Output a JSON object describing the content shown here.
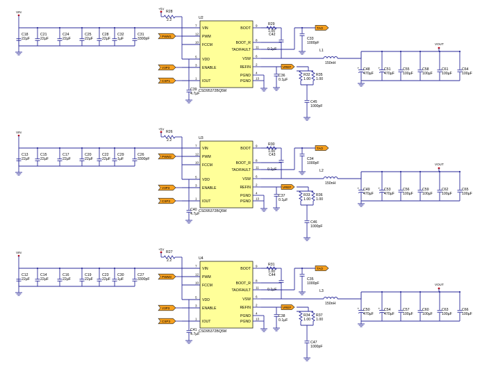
{
  "rails": {
    "vin": "VIN",
    "plus5": "+5V",
    "vout": "VOUT"
  },
  "pin_labels": [
    "VIN",
    "PWM",
    "FCCM",
    "VDD",
    "ENABLE",
    "IOUT",
    "BOOT",
    "BOOT_R",
    "TAO/FAULT",
    "VSW",
    "REFIN",
    "PGND",
    "PGND"
  ],
  "pin_numbers": [
    "7",
    "12",
    "10",
    "5",
    "3",
    "1",
    "9",
    "8",
    "11",
    "6",
    "2",
    "4",
    "13"
  ],
  "colors": {
    "wire": "#2a2a99",
    "ic_fill": "#ffff99",
    "tag_fill": "#f7a01e",
    "vout_mark": "#cc0000"
  },
  "stages": [
    {
      "part": "CSD95372BQ5M",
      "ic_ref": "U2",
      "rboot": {
        "ref": "R28",
        "val": "2.2"
      },
      "input_caps": [
        {
          "ref": "C18",
          "val": "22µF"
        },
        {
          "ref": "C21",
          "val": "22µF"
        },
        {
          "ref": "C24",
          "val": "22µF"
        },
        {
          "ref": "C25",
          "val": "22µF"
        },
        {
          "ref": "C28",
          "val": "22µF"
        },
        {
          "ref": "C32",
          "val": "1µF"
        },
        {
          "ref": "C31",
          "val": "3300pF"
        }
      ],
      "pwm": "PWM1",
      "enable": "V3P3",
      "iout": "CSP1",
      "vdd_cap": {
        "ref": "C39",
        "val": "4.7µF"
      },
      "boot_r": {
        "ref": "R29",
        "val": "1.00"
      },
      "boot_c": {
        "ref": "C42",
        "val": "0.1µF"
      },
      "tao": "TAO",
      "tao_cap": {
        "ref": "C33",
        "val": "1000pF"
      },
      "inductor": {
        "ref": "L1",
        "val": "150nH"
      },
      "vref": "VREF",
      "refin_cap": {
        "ref": "C36",
        "val": "0.1µF"
      },
      "r_left": {
        "ref": "R32",
        "val": "1.00"
      },
      "r_right": {
        "ref": "R35",
        "val": "1.00"
      },
      "low_cap": {
        "ref": "C45",
        "val": "1000pF"
      },
      "out_caps": [
        {
          "ref": "C48",
          "val": "470µF"
        },
        {
          "ref": "C51",
          "val": "470µF"
        },
        {
          "ref": "C55",
          "val": "100µF"
        },
        {
          "ref": "C58",
          "val": "100µF"
        },
        {
          "ref": "C61",
          "val": "100µF"
        },
        {
          "ref": "C64",
          "val": "100µF"
        }
      ]
    },
    {
      "part": "CSD95372BQ5M",
      "ic_ref": "U3",
      "rboot": {
        "ref": "R26",
        "val": "2.2"
      },
      "input_caps": [
        {
          "ref": "C13",
          "val": "22µF"
        },
        {
          "ref": "C15",
          "val": "22µF"
        },
        {
          "ref": "C17",
          "val": "22µF"
        },
        {
          "ref": "C20",
          "val": "22µF"
        },
        {
          "ref": "C22",
          "val": "22µF"
        },
        {
          "ref": "C29",
          "val": "1µF"
        },
        {
          "ref": "C26",
          "val": "3300pF"
        }
      ],
      "pwm": "PWM2",
      "enable": "V3P3",
      "iout": "CSP2",
      "vdd_cap": {
        "ref": "C40",
        "val": "4.7µF"
      },
      "boot_r": {
        "ref": "R30",
        "val": "1.00"
      },
      "boot_c": {
        "ref": "C43",
        "val": "0.1µF"
      },
      "tao": "TAO",
      "tao_cap": {
        "ref": "C34",
        "val": "1000pF"
      },
      "inductor": {
        "ref": "L2",
        "val": "150nH"
      },
      "vref": "VREF",
      "refin_cap": {
        "ref": "C37",
        "val": "0.1µF"
      },
      "r_left": {
        "ref": "R33",
        "val": "1.00"
      },
      "r_right": {
        "ref": "R36",
        "val": "1.00"
      },
      "low_cap": {
        "ref": "C46",
        "val": "1000pF"
      },
      "out_caps": [
        {
          "ref": "C49",
          "val": "470µF"
        },
        {
          "ref": "C53",
          "val": "470µF"
        },
        {
          "ref": "C56",
          "val": "100µF"
        },
        {
          "ref": "C59",
          "val": "100µF"
        },
        {
          "ref": "C62",
          "val": "100µF"
        },
        {
          "ref": "C65",
          "val": "100µF"
        }
      ]
    },
    {
      "part": "CSD95372BQ5M",
      "ic_ref": "U4",
      "rboot": {
        "ref": "R27",
        "val": "2.2"
      },
      "input_caps": [
        {
          "ref": "C12",
          "val": "22µF"
        },
        {
          "ref": "C14",
          "val": "22µF"
        },
        {
          "ref": "C16",
          "val": "22µF"
        },
        {
          "ref": "C19",
          "val": "22µF"
        },
        {
          "ref": "C23",
          "val": "22µF"
        },
        {
          "ref": "C30",
          "val": "1µF"
        },
        {
          "ref": "C27",
          "val": "3300pF"
        }
      ],
      "pwm": "PWM3",
      "enable": "V3P3",
      "iout": "CSP3",
      "vdd_cap": {
        "ref": "C41",
        "val": "4.7µF"
      },
      "boot_r": {
        "ref": "R31",
        "val": "1.00"
      },
      "boot_c": {
        "ref": "C44",
        "val": "0.1µF"
      },
      "tao": "TAO",
      "tao_cap": {
        "ref": "C35",
        "val": "1000pF"
      },
      "inductor": {
        "ref": "L3",
        "val": "150nH"
      },
      "vref": "VREF",
      "refin_cap": {
        "ref": "C38",
        "val": "0.1µF"
      },
      "r_left": {
        "ref": "R34",
        "val": "1.00"
      },
      "r_right": {
        "ref": "R37",
        "val": "1.00"
      },
      "low_cap": {
        "ref": "C47",
        "val": "1000pF"
      },
      "out_caps": [
        {
          "ref": "C50",
          "val": "470µF"
        },
        {
          "ref": "C54",
          "val": "470µF"
        },
        {
          "ref": "C57",
          "val": "100µF"
        },
        {
          "ref": "C60",
          "val": "100µF"
        },
        {
          "ref": "C63",
          "val": "100µF"
        },
        {
          "ref": "C66",
          "val": "100µF"
        }
      ]
    }
  ]
}
